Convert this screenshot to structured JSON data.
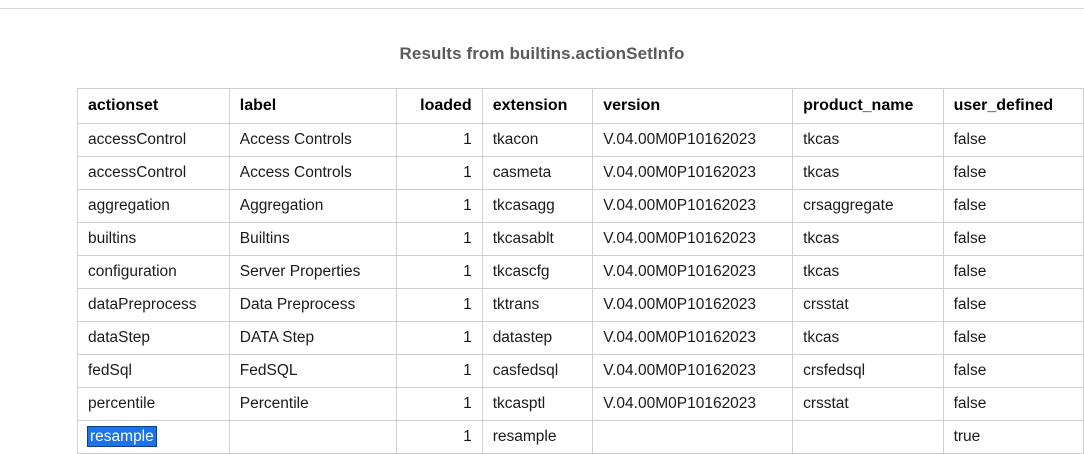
{
  "document": {
    "title": "Results from builtins.actionSetInfo"
  },
  "table": {
    "columns": [
      {
        "key": "actionset",
        "label": "actionset",
        "align": "left"
      },
      {
        "key": "label",
        "label": "label",
        "align": "left"
      },
      {
        "key": "loaded",
        "label": "loaded",
        "align": "right"
      },
      {
        "key": "extension",
        "label": "extension",
        "align": "left"
      },
      {
        "key": "version",
        "label": "version",
        "align": "left"
      },
      {
        "key": "product_name",
        "label": "product_name",
        "align": "left"
      },
      {
        "key": "user_defined",
        "label": "user_defined",
        "align": "left"
      }
    ],
    "rows": [
      {
        "actionset": "accessControl",
        "label": "Access Controls",
        "loaded": "1",
        "extension": "tkacon",
        "version": "V.04.00M0P10162023",
        "product_name": "tkcas",
        "user_defined": "false"
      },
      {
        "actionset": "accessControl",
        "label": "Access Controls",
        "loaded": "1",
        "extension": "casmeta",
        "version": "V.04.00M0P10162023",
        "product_name": "tkcas",
        "user_defined": "false"
      },
      {
        "actionset": "aggregation",
        "label": "Aggregation",
        "loaded": "1",
        "extension": "tkcasagg",
        "version": "V.04.00M0P10162023",
        "product_name": "crsaggregate",
        "user_defined": "false"
      },
      {
        "actionset": "builtins",
        "label": "Builtins",
        "loaded": "1",
        "extension": "tkcasablt",
        "version": "V.04.00M0P10162023",
        "product_name": "tkcas",
        "user_defined": "false"
      },
      {
        "actionset": "configuration",
        "label": "Server Properties",
        "loaded": "1",
        "extension": "tkcascfg",
        "version": "V.04.00M0P10162023",
        "product_name": "tkcas",
        "user_defined": "false"
      },
      {
        "actionset": "dataPreprocess",
        "label": "Data Preprocess",
        "loaded": "1",
        "extension": "tktrans",
        "version": "V.04.00M0P10162023",
        "product_name": "crsstat",
        "user_defined": "false"
      },
      {
        "actionset": "dataStep",
        "label": "DATA Step",
        "loaded": "1",
        "extension": "datastep",
        "version": "V.04.00M0P10162023",
        "product_name": "tkcas",
        "user_defined": "false"
      },
      {
        "actionset": "fedSql",
        "label": "FedSQL",
        "loaded": "1",
        "extension": "casfedsql",
        "version": "V.04.00M0P10162023",
        "product_name": "crsfedsql",
        "user_defined": "false"
      },
      {
        "actionset": "percentile",
        "label": "Percentile",
        "loaded": "1",
        "extension": "tkcasptl",
        "version": "V.04.00M0P10162023",
        "product_name": "crsstat",
        "user_defined": "false"
      },
      {
        "actionset": "resample",
        "label": "",
        "loaded": "1",
        "extension": "resample",
        "version": "",
        "product_name": "",
        "user_defined": "true",
        "selected": true
      }
    ]
  },
  "colors": {
    "selection": "#1a73e8",
    "title": "#5a5a5a",
    "border": "#cfcfcf"
  }
}
